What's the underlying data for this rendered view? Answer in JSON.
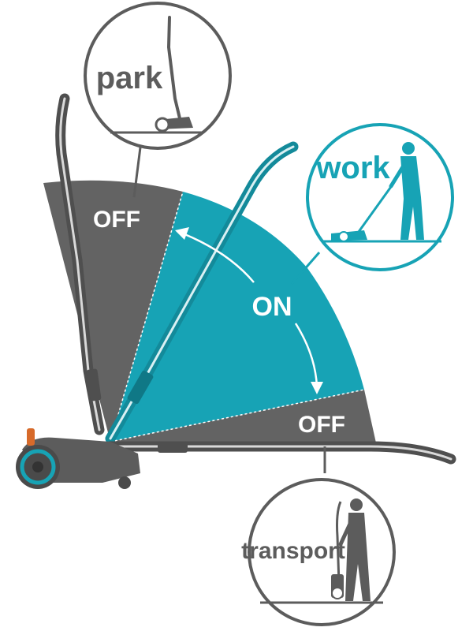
{
  "labels": {
    "off_top": "OFF",
    "on": "ON",
    "off_bottom": "OFF",
    "park": "park",
    "work": "work",
    "transport": "transport"
  },
  "colors": {
    "gray_zone": "#636363",
    "teal_zone": "#17a3b5",
    "outline_gray": "#5c5c5c",
    "teal_dark": "#138a9a",
    "handle_light": "#d9d9d9",
    "text_white": "#ffffff"
  },
  "icons": {
    "park_circle": "mower-parked-upright-icon",
    "work_circle": "person-mowing-icon",
    "transport_circle": "person-carrying-mower-icon"
  }
}
